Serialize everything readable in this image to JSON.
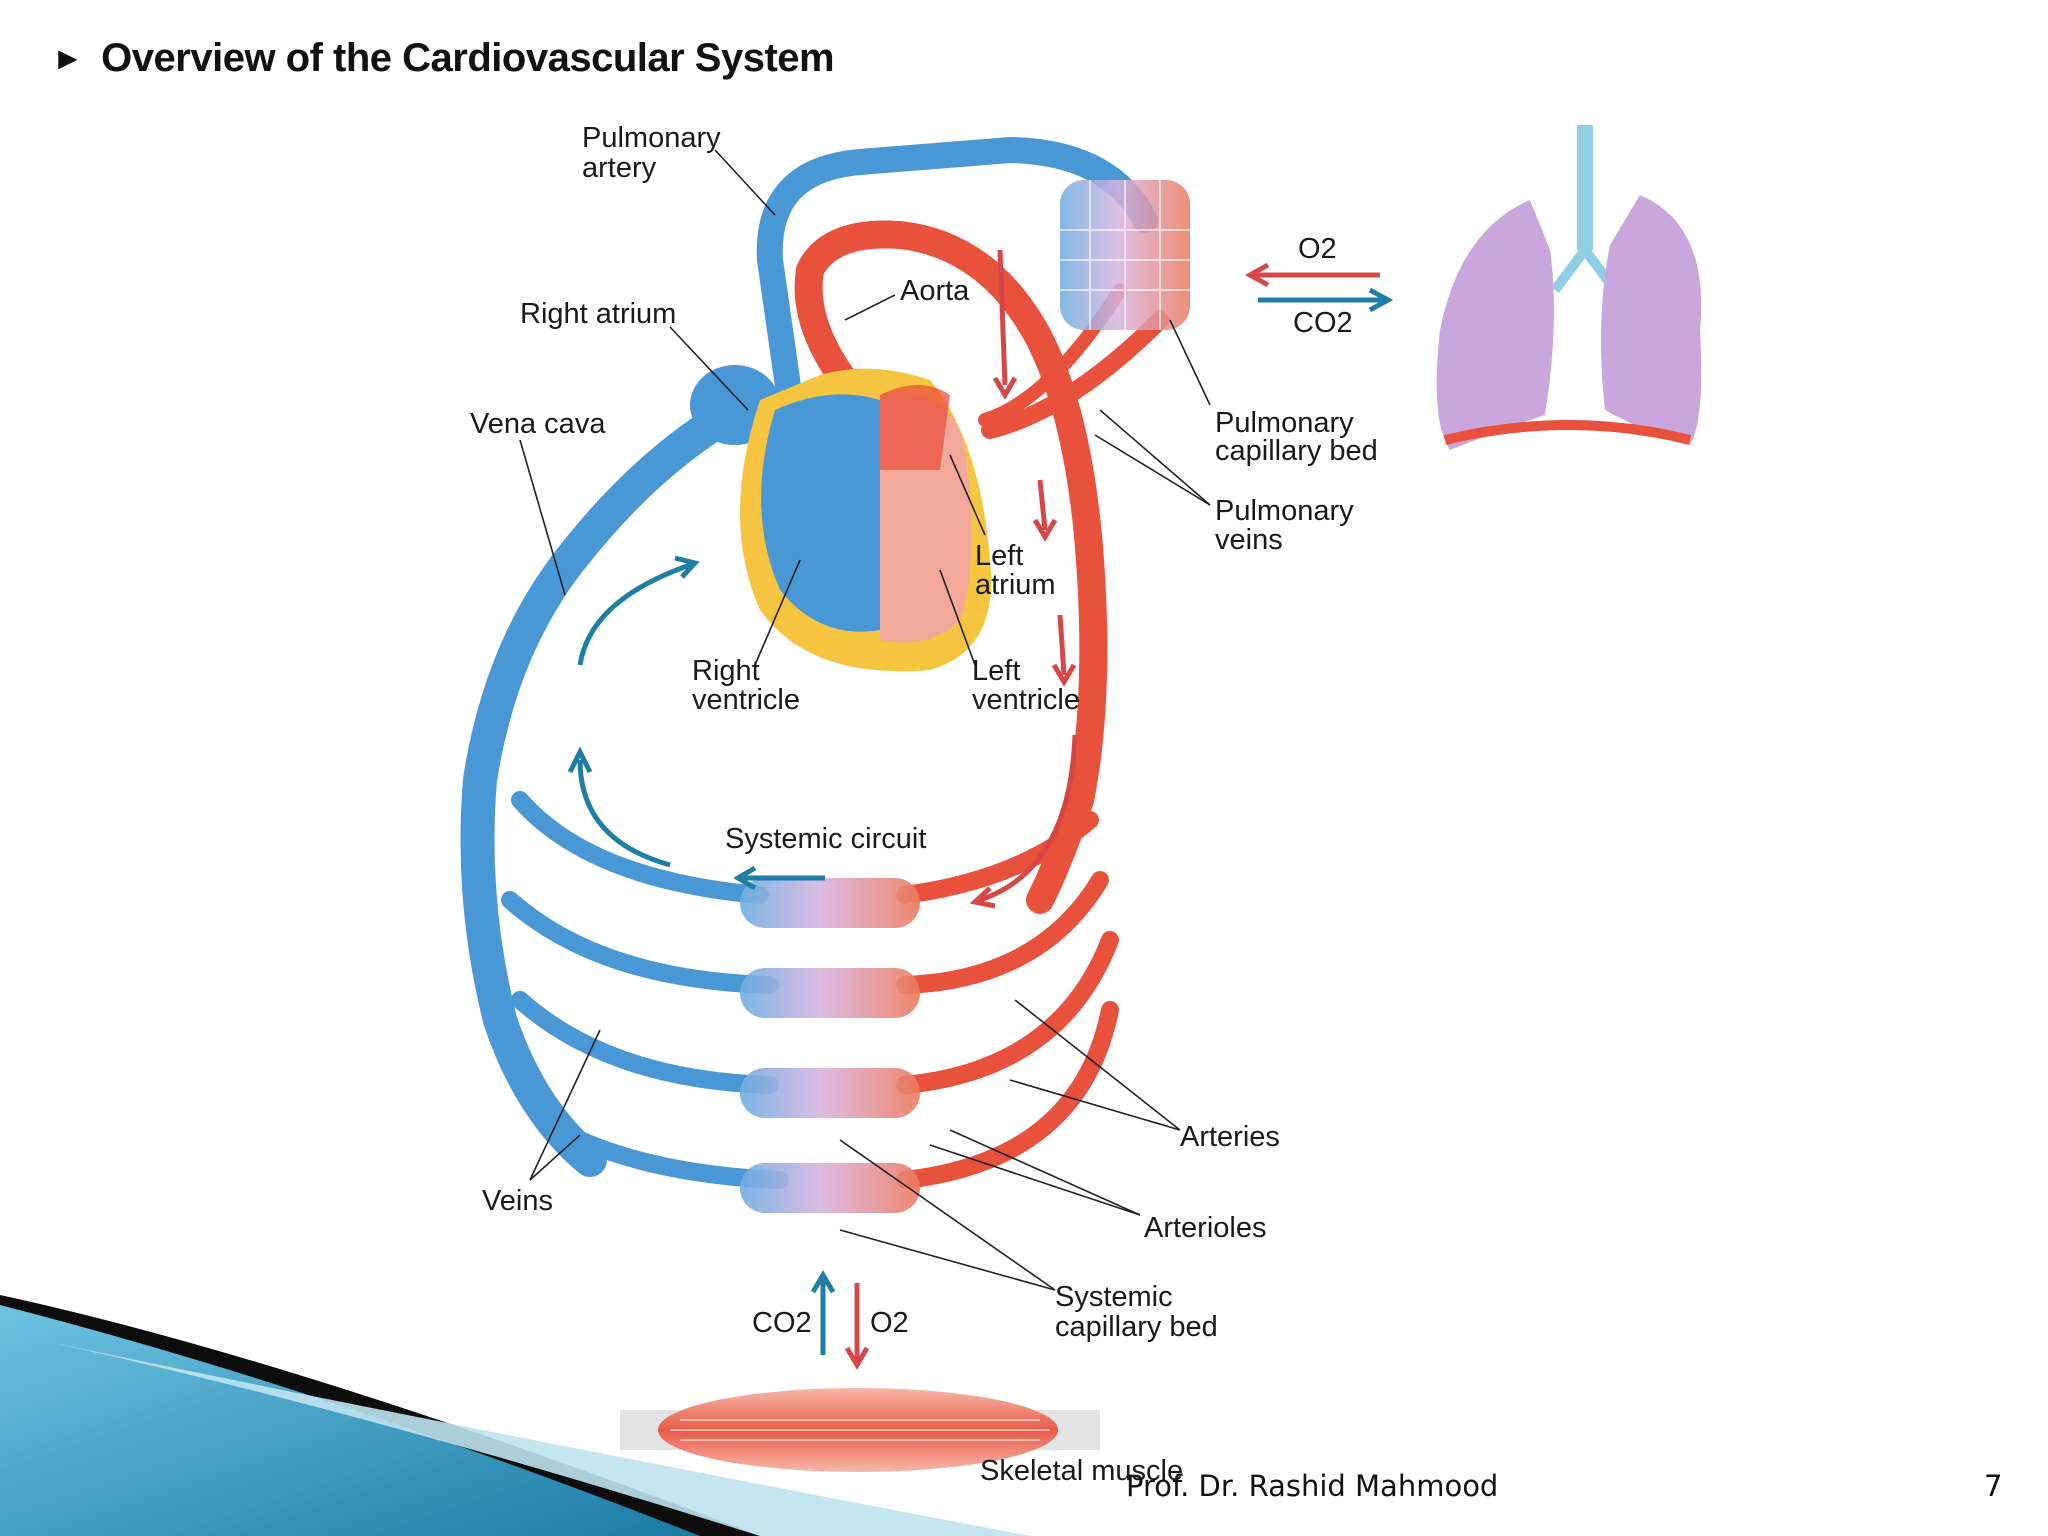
{
  "slide": {
    "bullet": "►",
    "title": "Overview of the Cardiovascular System",
    "author": "Prof. Dr. Rashid Mahmood",
    "page_number": "7"
  },
  "diagram": {
    "labels": {
      "pulmonary_artery": [
        "Pulmonary",
        "artery"
      ],
      "right_atrium": "Right atrium",
      "aorta": "Aorta",
      "vena_cava": "Vena cava",
      "pulmonary_capillary_bed": [
        "Pulmonary",
        "capillary bed"
      ],
      "pulmonary_veins": [
        "Pulmonary",
        "veins"
      ],
      "left_atrium": [
        "Left",
        "atrium"
      ],
      "right_ventricle": [
        "Right",
        "ventricle"
      ],
      "left_ventricle": [
        "Left",
        "ventricle"
      ],
      "systemic_circuit": "Systemic circuit",
      "arteries": "Arteries",
      "arterioles": "Arterioles",
      "veins": "Veins",
      "systemic_capillary_bed": [
        "Systemic",
        "capillary bed"
      ],
      "skeletal_muscle": "Skeletal muscle"
    },
    "gas_exchange": {
      "lungs": {
        "o2": "O2",
        "co2": "CO2"
      },
      "muscle": {
        "co2": "CO2",
        "o2": "O2"
      }
    },
    "colors": {
      "oxygenated": "#e8513c",
      "deoxygenated": "#4a97d6",
      "heart_fat": "#f5c542",
      "capillary": "#d8b4e0",
      "lung": "#c9a6dc",
      "arrow_blue": "#1f7ea8",
      "arrow_red": "#d64848",
      "wedge_blue": "#2a98c4"
    }
  }
}
